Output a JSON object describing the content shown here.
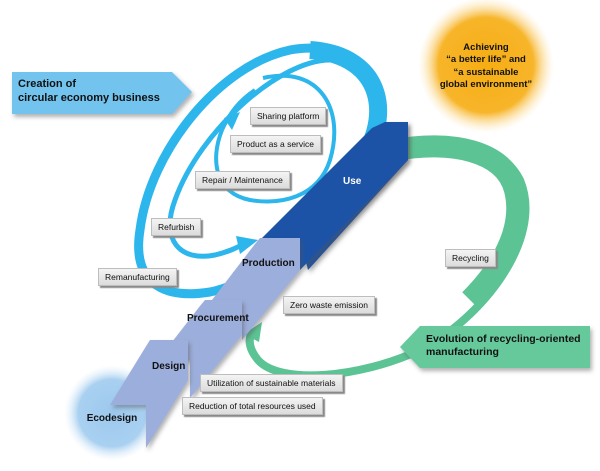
{
  "colors": {
    "loop_blue": "#2cb6ec",
    "banner_blue": "#72c3ee",
    "use_blue": "#1c53a6",
    "step_lavender": "#9caedb",
    "recycle_green": "#5cc494",
    "banner_green": "#66c99b",
    "goal_orange": "#f6b31e",
    "ecodesign_blue": "#a7cdef"
  },
  "banners": {
    "circular": {
      "line1": "Creation of",
      "line2": "circular economy business"
    },
    "recycling": {
      "line1": "Evolution of recycling-oriented",
      "line2": "manufacturing"
    }
  },
  "goal": {
    "line1": "Achieving",
    "line2": "“a better life” and",
    "line3": "“a sustainable",
    "line4": "global environment”"
  },
  "ecodesign": {
    "label": "Ecodesign"
  },
  "steps": {
    "design": "Design",
    "procurement": "Procurement",
    "production": "Production",
    "use": "Use"
  },
  "loop_tags": {
    "sharing": "Sharing platform",
    "paas": "Product as a service",
    "repair": "Repair / Maintenance",
    "refurbish": "Refurbish",
    "remanufacturing": "Remanufacturing",
    "recycling": "Recycling"
  },
  "step_tags": {
    "zero_waste": "Zero waste emission",
    "sustainable_materials": "Utilization of sustainable materials",
    "reduction": "Reduction of total resources used"
  }
}
